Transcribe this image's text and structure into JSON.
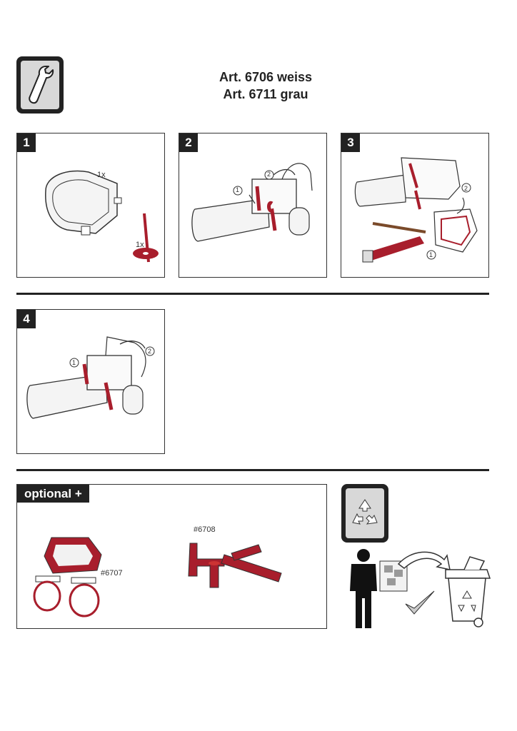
{
  "header": {
    "title_line1": "Art. 6706 weiss",
    "title_line2": "Art. 6711 grau"
  },
  "steps": [
    {
      "number": "1",
      "qty_top": "1x",
      "qty_bottom": "1x"
    },
    {
      "number": "2",
      "marker1": "1",
      "marker2": "2"
    },
    {
      "number": "3",
      "marker1": "1",
      "marker2": "2"
    },
    {
      "number": "4",
      "marker1": "1",
      "marker2": "2"
    }
  ],
  "optional": {
    "label": "optional +",
    "part1_code": "#6707",
    "part2_code": "#6708"
  },
  "colors": {
    "accent_red": "#a81e2c",
    "dark": "#222222",
    "icon_bg": "#d8d8d8"
  },
  "icons": [
    "wrench-icon",
    "recycle-icon",
    "person-icon",
    "trash-bin-icon",
    "checkmark-icon"
  ]
}
